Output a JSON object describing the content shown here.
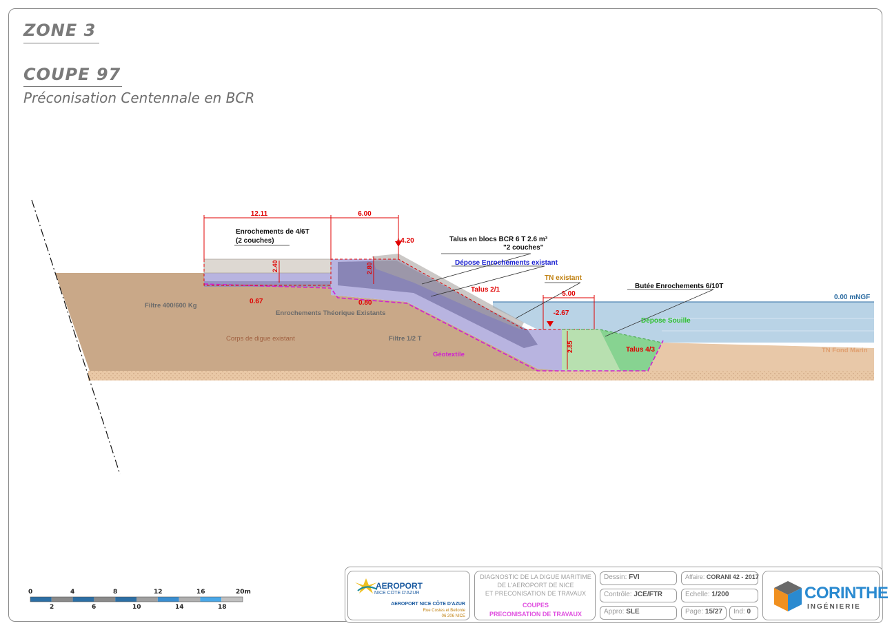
{
  "header": {
    "zone": "ZONE 3",
    "coupe": "COUPE 97",
    "subtitle": "Préconisation Centennale en BCR"
  },
  "drawing": {
    "dim_crest": "12.11",
    "dim_berm": "6.00",
    "dim_toe": "5.00",
    "elev_top": "+4.20",
    "elev_toe": "-2.67",
    "thk_crest": "2.40",
    "thk_bcr": "2.80",
    "thk_butee": "2.85",
    "thk_filter": "0.67",
    "thk_core": "0.80",
    "lbl_enroch_46_1": "Enrochements de 4/6T",
    "lbl_enroch_46_2": "(2 couches)",
    "lbl_bcr_1": "Talus en blocs BCR 6 T 2.6 m³",
    "lbl_bcr_2": "\"2 couches\"",
    "lbl_depose": "Dépose Enrochements existant",
    "lbl_talus21": "Talus 2/1",
    "lbl_tn": "TN existant",
    "lbl_butee": "Butée Enrochements 6/10T",
    "lbl_sea": "0.00 mNGF",
    "lbl_souille": "Dépose Souille",
    "lbl_talus43": "Talus 4/3",
    "lbl_fond": "TN Fond Marin",
    "lbl_filtre400": "Filtre 400/600 Kg",
    "lbl_theorique": "Enrochements Théorique Existants",
    "lbl_corps": "Corps de digue existant",
    "lbl_filtre12": "Filtre 1/2 T",
    "lbl_geotextile": "Géotextile"
  },
  "scale_bar": {
    "top_labels": [
      "0",
      "4",
      "8",
      "12",
      "16",
      "20m"
    ],
    "bottom_labels": [
      "2",
      "6",
      "10",
      "14",
      "18"
    ]
  },
  "title_block": {
    "client": "AEROPORT",
    "client_sub": "NICE CÔTE D'AZUR",
    "client_small": "AEROPORT NICE CÔTE D'AZUR",
    "client_addr1": "Rue Costes et Bellonte",
    "client_addr2": "06 206 NICE",
    "desc1": "DIAGNOSTIC DE LA DIGUE MARITIME",
    "desc2": "DE L'AEROPORT DE NICE",
    "desc3": "ET PRECONISATION DE TRAVAUX",
    "desc4": "COUPES",
    "desc5": "PRECONISATION DE TRAVAUX",
    "dessin_label": "Dessin:",
    "dessin": "FVI",
    "controle_label": "Contrôle:",
    "controle": "JCE/FTR",
    "appro_label": "Appro:",
    "appro": "SLE",
    "affaire_label": "Affaire:",
    "affaire": "CORANI 42 - 2017",
    "echelle_label": "Echelle:",
    "echelle": "1/200",
    "page_label": "Page:",
    "page": "15/27",
    "ind_label": "Ind:",
    "ind": "0",
    "company": "CORINTHE",
    "company_sub": "INGÉNIERIE"
  },
  "colors": {
    "soil": "#c9a888",
    "soil_dark": "#e8c8a8",
    "water": "#b9d3e6",
    "new_rock": "#b8b4e0",
    "bcr": "#7a76a8",
    "green": "#b8e0b0",
    "magenta": "#d020d0",
    "red": "#e00000"
  }
}
